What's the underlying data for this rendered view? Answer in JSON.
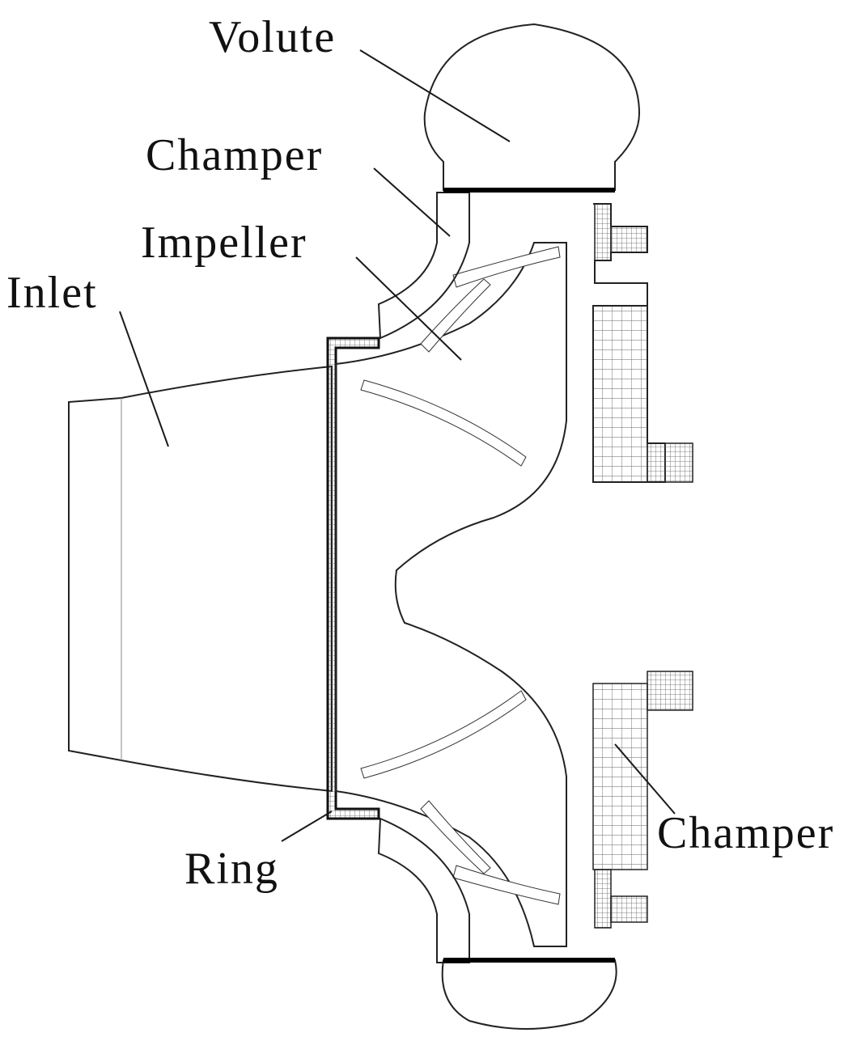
{
  "diagram": {
    "labels": {
      "volute": "Volute",
      "champer_top": "Champer",
      "impeller": "Impeller",
      "inlet": "Inlet",
      "ring": "Ring",
      "champer_bottom": "Champer"
    },
    "colors": {
      "background": "#ffffff",
      "mesh_line": "#555555",
      "outline": "#222222",
      "text": "#111111"
    }
  }
}
